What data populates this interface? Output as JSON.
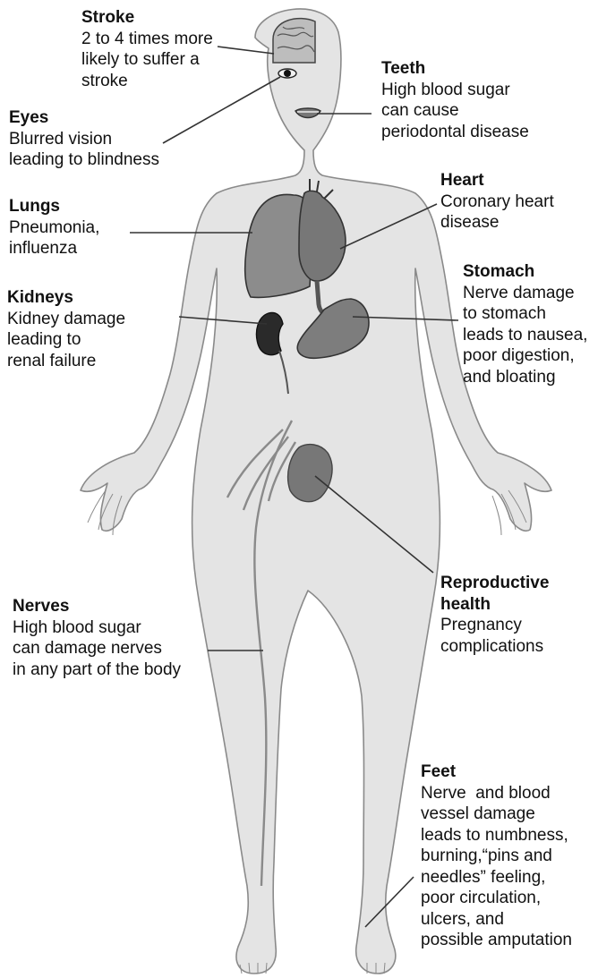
{
  "labels": {
    "stroke": {
      "title": "Stroke",
      "text": "2 to 4 times more\nlikely to suffer a\nstroke"
    },
    "eyes": {
      "title": "Eyes",
      "text": "Blurred vision\nleading to blindness"
    },
    "lungs": {
      "title": "Lungs",
      "text": "Pneumonia,\ninfluenza"
    },
    "kidneys": {
      "title": "Kidneys",
      "text": "Kidney damage\nleading to\nrenal failure"
    },
    "nerves": {
      "title": "Nerves",
      "text": "High blood sugar\ncan damage nerves\nin any part of the body"
    },
    "teeth": {
      "title": "Teeth",
      "text": "High blood sugar\ncan cause\nperiodontal disease"
    },
    "heart": {
      "title": "Heart",
      "text": "Coronary heart\ndisease"
    },
    "stomach": {
      "title": "Stomach",
      "text": "Nerve damage\nto stomach\nleads to nausea,\npoor digestion,\nand bloating"
    },
    "reproductive": {
      "title": "Reproductive\nhealth",
      "text": "Pregnancy\ncomplications"
    },
    "feet": {
      "title": "Feet",
      "text": "Nerve  and blood\nvessel damage\nleads to numbness,\nburning,“pins and\nneedles” feeling,\npoor circulation,\nulcers, and\npossible amputation"
    }
  },
  "colors": {
    "body_fill": "#e4e4e4",
    "body_outline": "#8a8a8a",
    "organ_fill": "#7a7a7a",
    "kidney_fill": "#2a2a2a",
    "leader_line": "#333333"
  }
}
